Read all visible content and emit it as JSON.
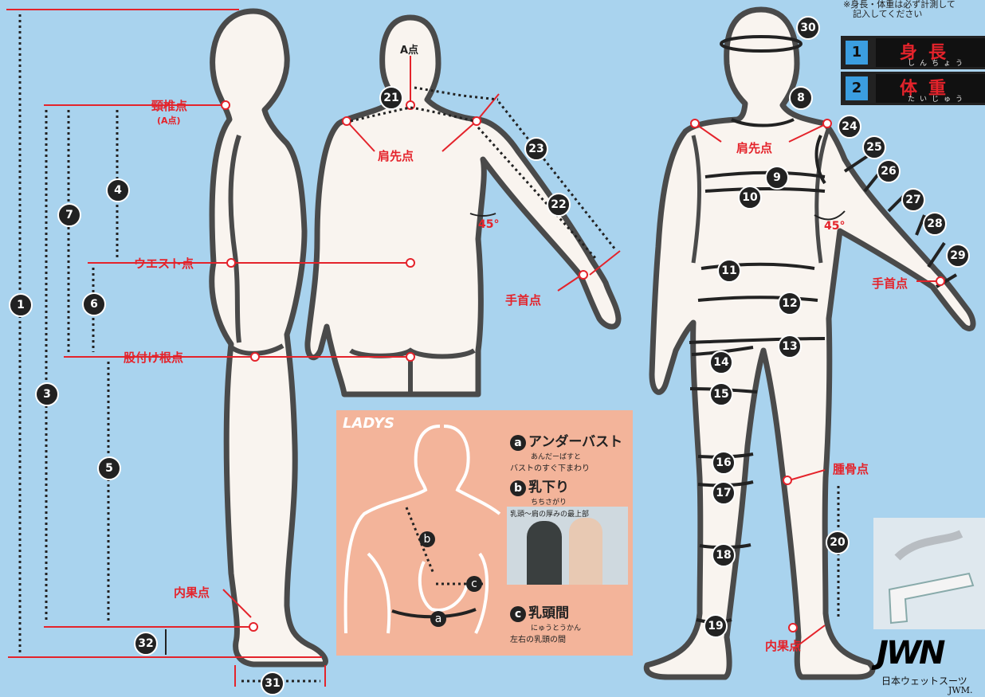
{
  "colors": {
    "background": "#a9d3ee",
    "accent_red": "#e4232b",
    "body_fill": "#f9f4ef",
    "outline": "#4a4a4a",
    "marker_dark": "#222222",
    "ladys_bg": "#f3b49a"
  },
  "side_view": {
    "neck_point": "頸椎点",
    "neck_point_sub": "(A点)",
    "waist_point": "ウエスト点",
    "crotch_point": "股付け根点",
    "ankle_point": "内果点",
    "numbers": [
      "1",
      "7",
      "4",
      "6",
      "3",
      "5",
      "32",
      "31"
    ]
  },
  "back_view": {
    "a_point": "A点",
    "shoulder_point": "肩先点",
    "wrist_point": "手首点",
    "angle": "45°",
    "numbers": [
      "21",
      "23",
      "22"
    ]
  },
  "front_view": {
    "shoulder_point": "肩先点",
    "wrist_point": "手首点",
    "angle": "45°",
    "knee_point": "腫骨点",
    "ankle_point": "内果点",
    "numbers": [
      "30",
      "8",
      "24",
      "25",
      "26",
      "9",
      "10",
      "27",
      "28",
      "29",
      "11",
      "12",
      "13",
      "14",
      "15",
      "16",
      "17",
      "18",
      "19",
      "20"
    ]
  },
  "header_note": {
    "line1": "※身長・体重は必ず計測して",
    "line2": "記入してください"
  },
  "boxes": [
    {
      "num": "1",
      "title": "身長",
      "reading": "しんちょう"
    },
    {
      "num": "2",
      "title": "体重",
      "reading": "たいじゅう"
    }
  ],
  "ladys": {
    "title": "LADYS",
    "items": [
      {
        "letter": "a",
        "title": "アンダーバスト",
        "reading": "あんだーばすと",
        "desc": "バストのすぐ下まわり"
      },
      {
        "letter": "b",
        "title": "乳下り",
        "reading": "ちちさがり",
        "desc": ""
      },
      {
        "letter": "c",
        "title": "乳頭間",
        "reading": "にゅうとうかん",
        "desc": "左右の乳頭の間"
      }
    ],
    "photo_caption": "乳頭〜肩の厚みの最上部",
    "diagram_letters": [
      "b",
      "c",
      "a"
    ]
  },
  "logo": {
    "mark": "JWN",
    "company": "日本ウェットスーツ",
    "url": "JWM."
  }
}
